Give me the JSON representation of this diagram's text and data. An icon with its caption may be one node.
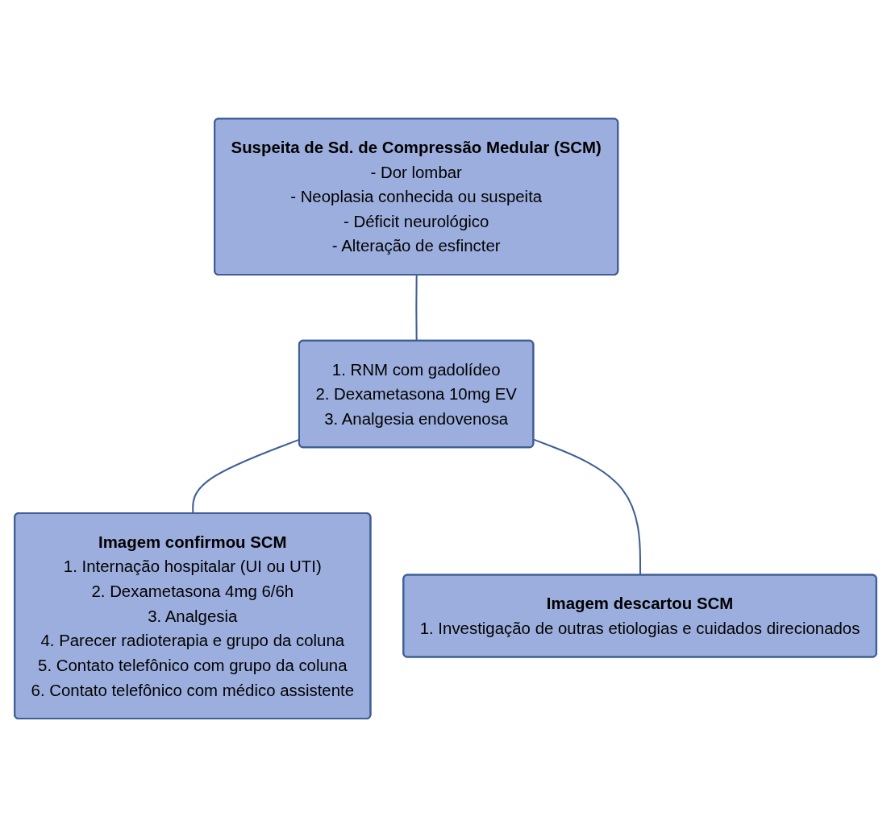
{
  "diagram": {
    "nodes": [
      {
        "text": [
          "Suspeita de Sd. de Compressão Medular (SCM)",
          "- Dor lombar",
          "- Neoplasia conhecida ou suspeita",
          "- Déficit neurológico",
          "- Alteração de esfincter"
        ]
      },
      {
        "text": [
          "1. RNM com gadolídeo",
          "2. Dexametasona 10mg EV",
          "3. Analgesia endovenosa"
        ]
      },
      {
        "text": [
          "Imagem confirmou SCM",
          "1. Internação hospitalar (UI ou UTI)",
          "2. Dexametasona 4mg 6/6h",
          "3. Analgesia",
          "4. Parecer radioterapia e grupo da coluna",
          "5. Contato telefônico com grupo da coluna",
          "6. Contato telefônico com médico assistente"
        ]
      },
      {
        "text": [
          "Imagem descartou SCM",
          "1. Investigação de outras etiologias e cuidados direcionados"
        ]
      }
    ],
    "edges": [
      {
        "from": 0,
        "to": 1,
        "arrow": "none"
      },
      {
        "from": 1,
        "to": 2,
        "arrow": "none"
      },
      {
        "from": 1,
        "to": 3,
        "arrow": "none"
      }
    ]
  }
}
